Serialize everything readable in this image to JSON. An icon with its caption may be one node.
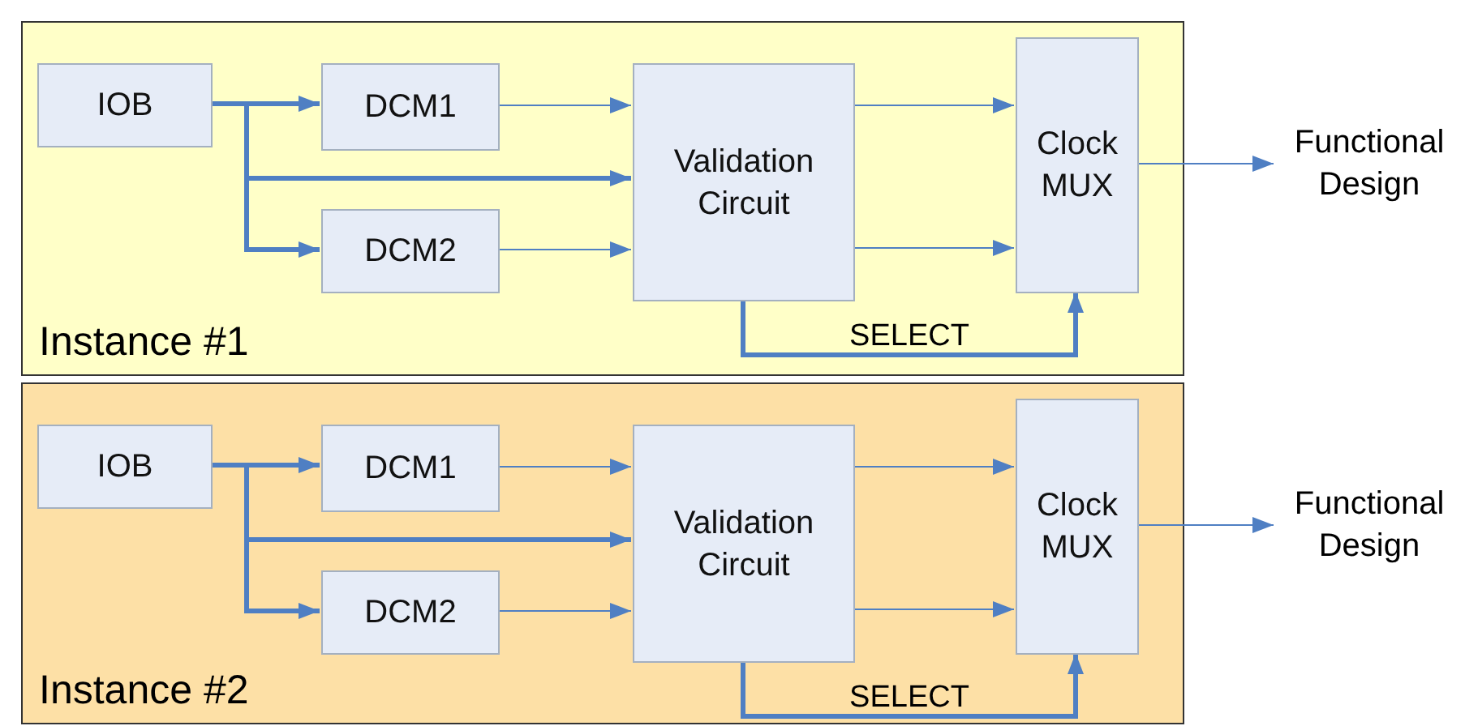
{
  "diagram": {
    "nodes": [
      {
        "text": [
          "Instance #1"
        ]
      },
      {
        "text": [
          "IOB"
        ],
        "in": 0
      },
      {
        "text": [
          "DCM1"
        ],
        "in": 0
      },
      {
        "text": [
          "DCM2"
        ],
        "in": 0
      },
      {
        "text": [
          "Validation Circuit"
        ],
        "in": 0
      },
      {
        "text": [
          "Clock MUX"
        ],
        "in": 0
      },
      {
        "text": [
          "Functional Design"
        ]
      },
      {
        "text": [
          "Instance #2"
        ]
      },
      {
        "text": [
          "IOB"
        ],
        "in": 7
      },
      {
        "text": [
          "DCM1"
        ],
        "in": 7
      },
      {
        "text": [
          "DCM2"
        ],
        "in": 7
      },
      {
        "text": [
          "Validation Circuit"
        ],
        "in": 7
      },
      {
        "text": [
          "Clock MUX"
        ],
        "in": 7
      },
      {
        "text": [
          "Functional Design"
        ]
      }
    ],
    "edges": [
      {
        "from": 1,
        "to": 2,
        "arrow": "to",
        "style": "thick"
      },
      {
        "from": 1,
        "to": 4,
        "arrow": "to",
        "style": "thick"
      },
      {
        "from": 1,
        "to": 3,
        "arrow": "to",
        "style": "thick"
      },
      {
        "from": 2,
        "to": 4,
        "arrow": "to"
      },
      {
        "from": 3,
        "to": 4,
        "arrow": "to"
      },
      {
        "from": 4,
        "to": 5,
        "arrow": "to"
      },
      {
        "from": 4,
        "to": 5,
        "arrow": "to"
      },
      {
        "from": 4,
        "to": 5,
        "arrow": "to",
        "label": "SELECT",
        "style": "thick"
      },
      {
        "from": 5,
        "to": 6,
        "arrow": "to"
      },
      {
        "from": 8,
        "to": 9,
        "arrow": "to",
        "style": "thick"
      },
      {
        "from": 8,
        "to": 11,
        "arrow": "to",
        "style": "thick"
      },
      {
        "from": 8,
        "to": 10,
        "arrow": "to",
        "style": "thick"
      },
      {
        "from": 9,
        "to": 11,
        "arrow": "to"
      },
      {
        "from": 10,
        "to": 11,
        "arrow": "to"
      },
      {
        "from": 11,
        "to": 12,
        "arrow": "to"
      },
      {
        "from": 11,
        "to": 12,
        "arrow": "to"
      },
      {
        "from": 11,
        "to": 12,
        "arrow": "to",
        "label": "SELECT",
        "style": "thick"
      },
      {
        "from": 12,
        "to": 13,
        "arrow": "to"
      }
    ]
  }
}
